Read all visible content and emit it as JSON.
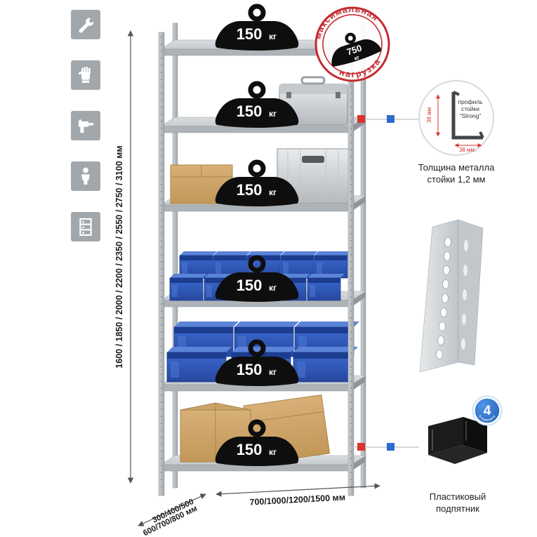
{
  "colors": {
    "accent_red": "#d9342f",
    "accent_blue": "#2d6bcc",
    "bin_blue": "#2f5fc0",
    "metal_gray": "#b5b9bd",
    "stamp_red": "#c42a30",
    "weight_black": "#0e0e0e"
  },
  "sidebar": {
    "icons": [
      {
        "name": "wrench-icon"
      },
      {
        "name": "gloves-icon"
      },
      {
        "name": "drill-icon"
      },
      {
        "name": "person-icon"
      },
      {
        "name": "shelving-icon"
      }
    ]
  },
  "dims": {
    "height_label": "1600 / 1850 / 2000 / 2200 / 2350 / 2550 / 2750 / 3100 мм",
    "depth_line1": "300/400/500",
    "depth_line2": "600/700/800 мм",
    "width_label": "700/1000/1200/1500 мм"
  },
  "shelves": [
    {
      "load": "150",
      "unit": "кг"
    },
    {
      "load": "150",
      "unit": "кг"
    },
    {
      "load": "150",
      "unit": "кг"
    },
    {
      "load": "150",
      "unit": "кг"
    },
    {
      "load": "150",
      "unit": "кг"
    },
    {
      "load": "150",
      "unit": "кг"
    }
  ],
  "max_load_stamp": {
    "top_text": "максимальная",
    "bottom_text": "нагрузка",
    "value": "750",
    "unit": "кг"
  },
  "profile_detail": {
    "line1": "профиль",
    "line2": "стойки",
    "line3": "“Strong”",
    "vertical_dim": "38 мм",
    "horizontal_dim": "38 мм.",
    "caption_line1": "Толщина металла",
    "caption_line2": "стойки 1,2 мм"
  },
  "foot_detail": {
    "badge_number": "4",
    "badge_caption": "в комплекте",
    "caption_line1": "Пластиковый",
    "caption_line2": "подпятник"
  }
}
